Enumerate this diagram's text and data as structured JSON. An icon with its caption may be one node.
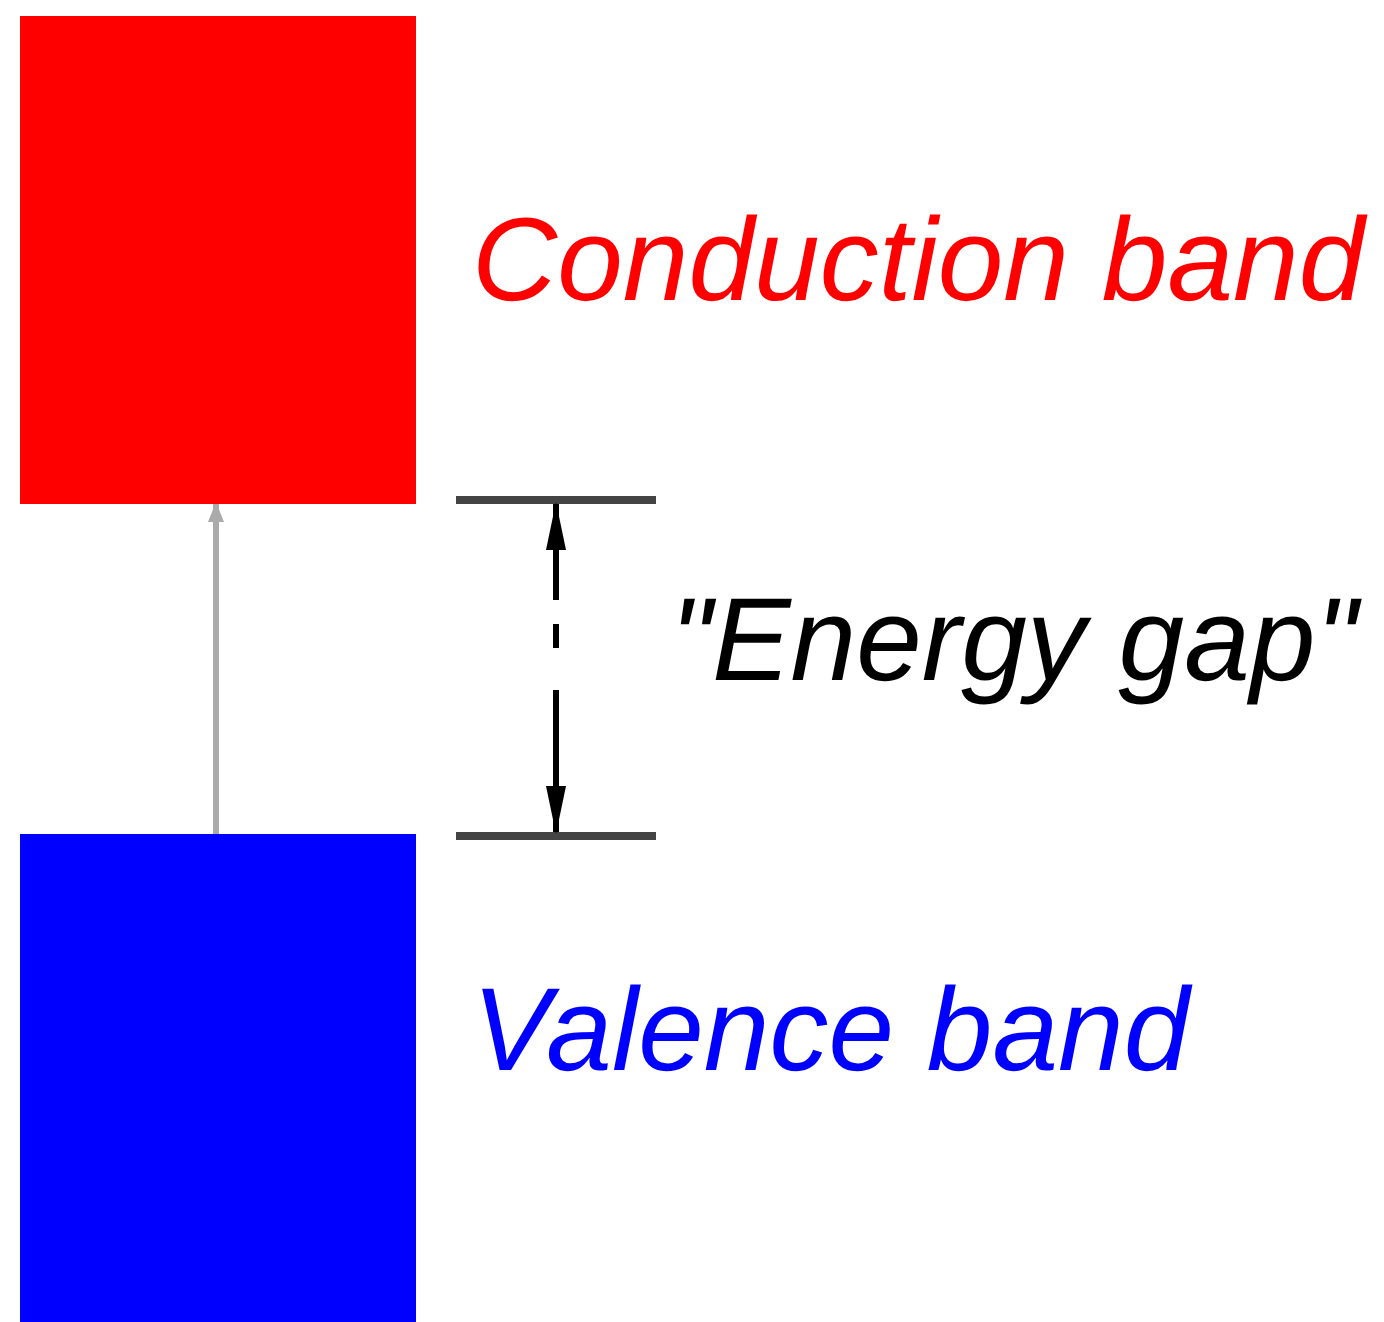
{
  "diagram": {
    "nodes": [
      {
        "text": [],
        "shape": "box",
        "beside": [
          "Conduction band"
        ]
      },
      {
        "text": [],
        "shape": "box",
        "beside": [
          "Valence band"
        ]
      }
    ],
    "edges": [
      {
        "from": 1,
        "to": 0,
        "arrow": "to"
      }
    ],
    "labels": [
      "\"Energy gap\""
    ]
  }
}
